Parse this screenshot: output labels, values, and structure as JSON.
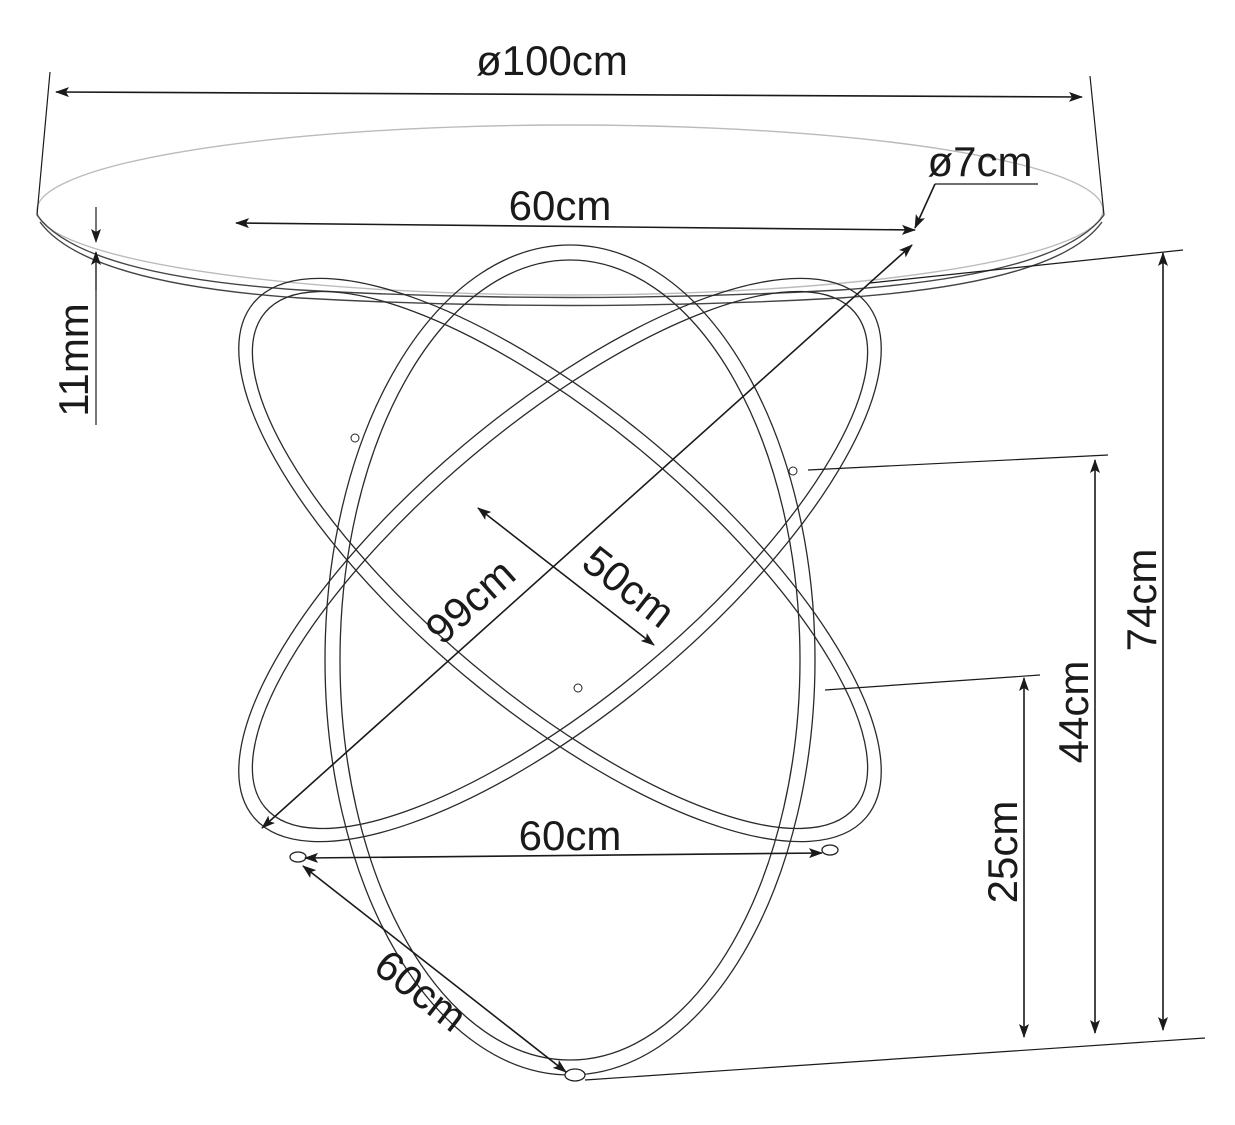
{
  "diagram": {
    "subject": "Round glass table with intertwined ring base",
    "dimensions": {
      "top_diameter": "ø100cm",
      "tube_diameter": "ø7cm",
      "upper_ring_span": "60cm",
      "glass_thickness": "11mm",
      "ring_diagonal": "99cm",
      "ring_inner": "50cm",
      "base_front_span": "60cm",
      "base_side_span": "60cm",
      "total_height": "74cm",
      "mid_height": "44cm",
      "low_height": "25cm"
    }
  }
}
